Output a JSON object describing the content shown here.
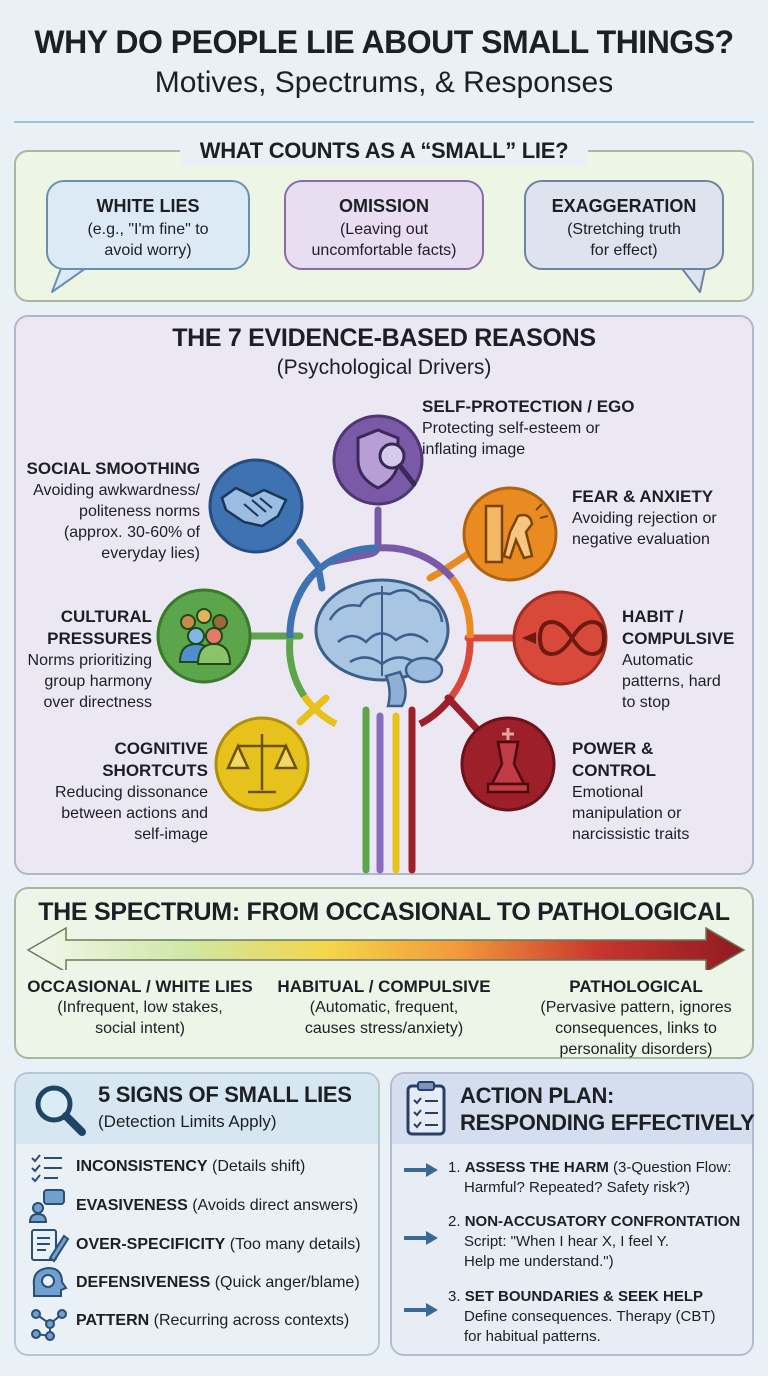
{
  "header": {
    "title": "WHY DO PEOPLE LIE ABOUT SMALL THINGS?",
    "subtitle": "Motives, Spectrums, & Responses"
  },
  "types": {
    "title": "WHAT COUNTS AS A “SMALL” LIE?",
    "items": [
      {
        "label": "WHITE LIES",
        "line1": "(e.g., \"I'm fine\" to",
        "line2": "avoid worry)"
      },
      {
        "label": "OMISSION",
        "line1": "(Leaving out",
        "line2": "uncomfortable facts)"
      },
      {
        "label": "EXAGGERATION",
        "line1": "(Stretching truth",
        "line2": "for effect)"
      }
    ]
  },
  "reasons": {
    "title": "THE 7 EVIDENCE-BASED REASONS",
    "subtitle": "(Psychological Drivers)",
    "items": [
      {
        "label": "SELF-PROTECTION / EGO",
        "lines": [
          "Protecting self-esteem or",
          "inflating image"
        ],
        "color": "#7a5aa6",
        "icon": "shield-magnifier-icon"
      },
      {
        "label": "SOCIAL SMOOTHING",
        "lines": [
          "Avoiding awkwardness/",
          "politeness norms",
          "(approx. 30-60% of",
          "everyday lies)"
        ],
        "color": "#3f72b0",
        "icon": "handshake-icon"
      },
      {
        "label": "FEAR & ANXIETY",
        "lines": [
          "Avoiding rejection or",
          "negative evaluation"
        ],
        "color": "#ea8b22",
        "icon": "cowering-figure-icon"
      },
      {
        "label_lines": [
          "CULTURAL",
          "PRESSURES"
        ],
        "lines": [
          "Norms prioritizing",
          "group harmony",
          "over directness"
        ],
        "color": "#5ca54a",
        "icon": "group-people-icon"
      },
      {
        "label_lines": [
          "HABIT /",
          "COMPULSIVE"
        ],
        "lines": [
          "Automatic",
          "patterns, hard",
          "to stop"
        ],
        "color": "#d9493a",
        "icon": "infinity-loop-icon"
      },
      {
        "label_lines": [
          "COGNITIVE",
          "SHORTCUTS"
        ],
        "lines": [
          "Reducing dissonance",
          "between actions and",
          "self-image"
        ],
        "color": "#e7c21c",
        "icon": "balance-scale-icon"
      },
      {
        "label_lines": [
          "POWER &",
          "CONTROL"
        ],
        "lines": [
          "Emotional",
          "manipulation or",
          "narcissistic traits"
        ],
        "color": "#9c1f2a",
        "icon": "chess-king-icon"
      }
    ],
    "center_icon": "brain-icon"
  },
  "spectrum": {
    "title": "THE SPECTRUM: FROM OCCASIONAL TO PATHOLOGICAL",
    "stages": [
      {
        "label": "OCCASIONAL / WHITE LIES",
        "lines": [
          "(Infrequent, low stakes,",
          "social intent)"
        ]
      },
      {
        "label": "HABITUAL / COMPULSIVE",
        "lines": [
          "(Automatic, frequent,",
          "causes stress/anxiety)"
        ]
      },
      {
        "label": "PATHOLOGICAL",
        "lines": [
          "(Pervasive pattern, ignores",
          "consequences, links to",
          "personality disorders)"
        ]
      }
    ]
  },
  "signs": {
    "title": "5 SIGNS OF SMALL LIES",
    "subtitle": "(Detection Limits Apply)",
    "items": [
      {
        "label": "INCONSISTENCY",
        "detail": " (Details shift)",
        "icon": "checklist-icon"
      },
      {
        "label": "EVASIVENESS",
        "detail": " (Avoids direct answers)",
        "icon": "speech-person-icon"
      },
      {
        "label": "OVER-SPECIFICITY",
        "detail": " (Too many details)",
        "icon": "document-pen-icon"
      },
      {
        "label": "DEFENSIVENESS",
        "detail": " (Quick anger/blame)",
        "icon": "head-gear-icon"
      },
      {
        "label": "PATTERN",
        "detail": " (Recurring across contexts)",
        "icon": "network-nodes-icon"
      }
    ]
  },
  "action": {
    "title_line1": "ACTION PLAN:",
    "title_line2": "RESPONDING EFFECTIVELY",
    "steps": [
      {
        "num": "1. ",
        "label": "ASSESS THE HARM",
        "detail": " (3-Question Flow:",
        "line2": "Harmful? Repeated? Safety risk?)"
      },
      {
        "num": "2. ",
        "label": "NON-ACCUSATORY CONFRONTATION",
        "detail": "",
        "line2": "Script: \"When I hear X, I feel Y.",
        "line3": "Help me understand.\")"
      },
      {
        "num": "3. ",
        "label": "SET BOUNDARIES & SEEK HELP",
        "detail": "",
        "line2": "Define consequences. Therapy (CBT)",
        "line3": "for habitual patterns."
      }
    ]
  }
}
